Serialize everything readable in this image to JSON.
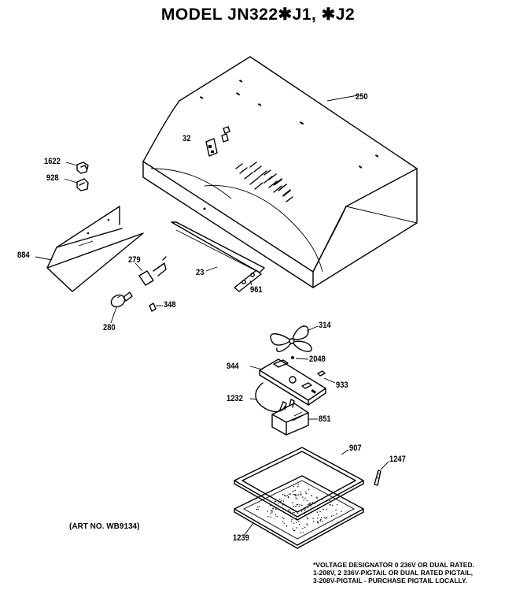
{
  "title": "MODEL JN322✱J1, ✱J2",
  "art_number": "(ART NO. WB9134)",
  "voltage_note": [
    "*VOLTAGE DESIGNATOR 0 236V OR DUAL RATED.",
    "1-208V, 2 236V-PIGTAIL OR DUAL RATED PIGTAIL,",
    "3-208V-PIGTAIL - PURCHASE PIGTAIL LOCALLY."
  ],
  "parts": {
    "p250": "250",
    "p32": "32",
    "p1622": "1622",
    "p928": "928",
    "p884": "884",
    "p279": "279",
    "p23": "23",
    "p961": "961",
    "p280": "280",
    "p348": "348",
    "p314": "314",
    "p2048": "2048",
    "p944": "944",
    "p933": "933",
    "p1232": "1232",
    "p851": "851",
    "p907": "907",
    "p1247": "1247",
    "p1239": "1239"
  }
}
